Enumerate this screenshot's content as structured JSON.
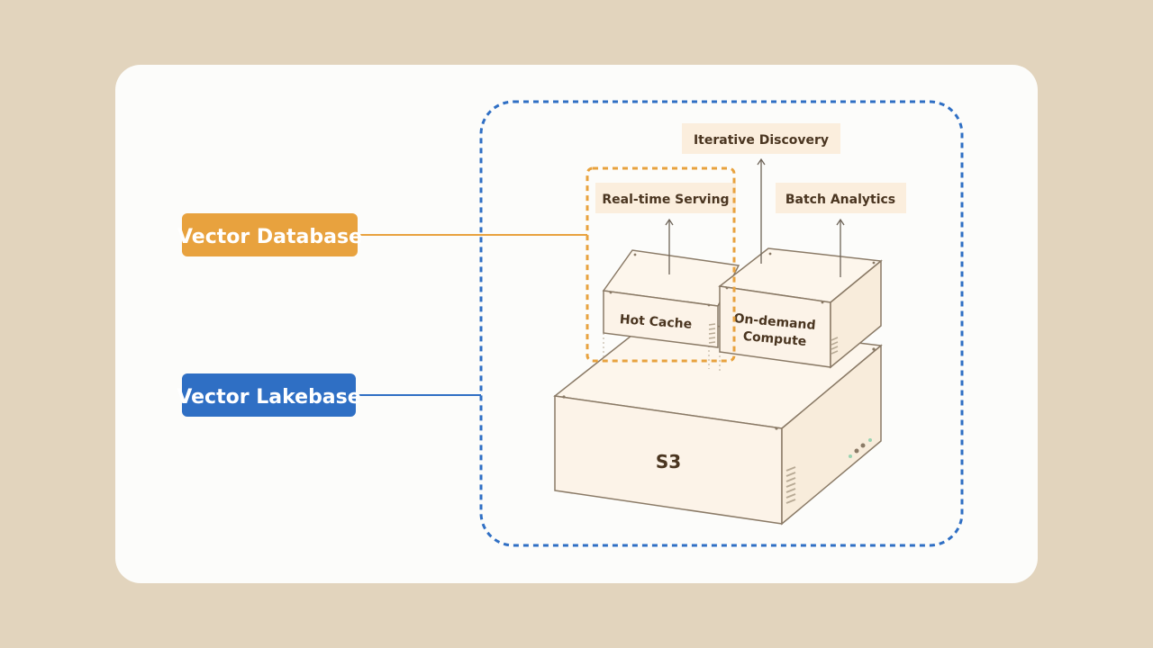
{
  "labels": {
    "vector_database": "Vector Database",
    "vector_lakebase": "Vector Lakebase"
  },
  "outputs": {
    "iterative_discovery": "Iterative Discovery",
    "realtime_serving": "Real-time Serving",
    "batch_analytics": "Batch Analytics"
  },
  "boxes": {
    "hot_cache": "Hot Cache",
    "on_demand_line1": "On-demand",
    "on_demand_line2": "Compute",
    "s3": "S3"
  },
  "colors": {
    "database_orange": "#e8a23e",
    "lakebase_blue": "#2f6fc4",
    "box_fill": "#fcf3e8",
    "box_stroke": "#8a7a66",
    "label_text": "#4a3520",
    "background": "#e2d4bd"
  }
}
